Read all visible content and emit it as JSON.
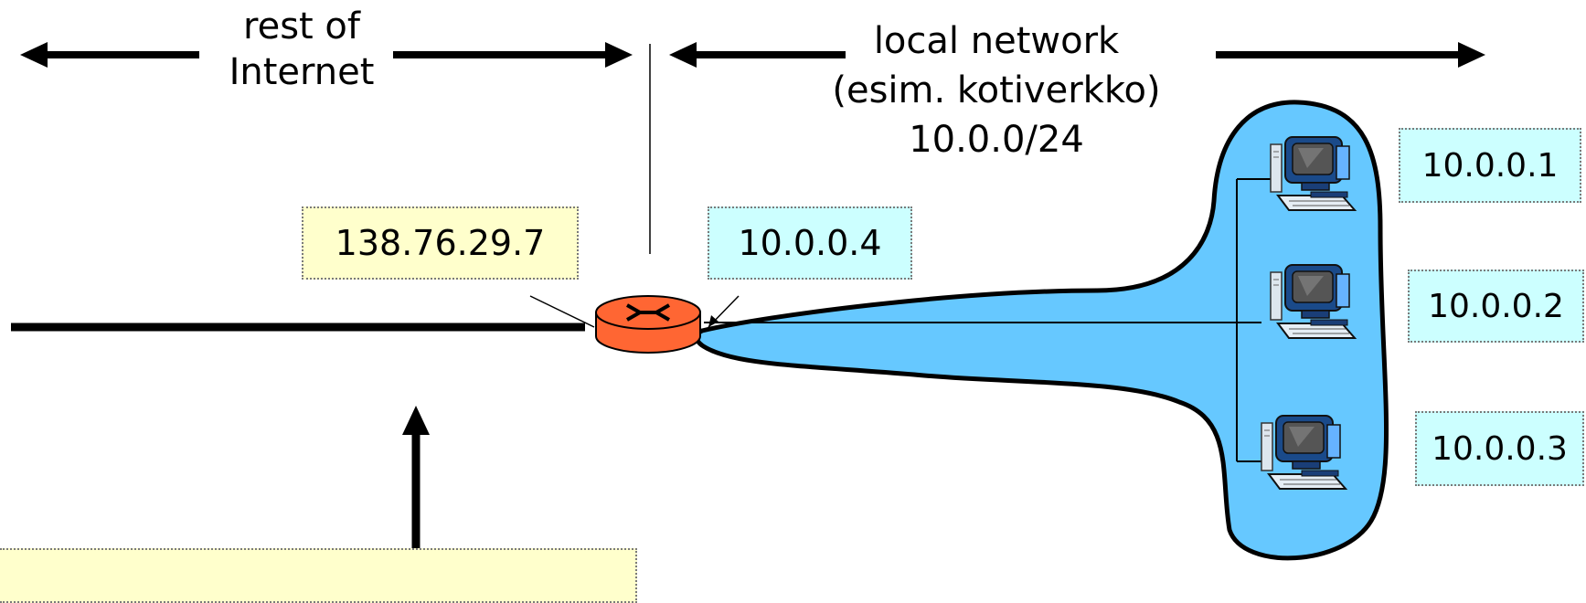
{
  "labels": {
    "rest_line1": "rest of",
    "rest_line2": "Internet",
    "local_line1": "local network",
    "local_line2": "(esim. kotiverkko)",
    "local_line3": "10.0.0/24"
  },
  "addresses": {
    "router_public": "138.76.29.7",
    "router_local": "10.0.0.4",
    "host1": "10.0.0.1",
    "host2": "10.0.0.2",
    "host3": "10.0.0.3"
  },
  "colors": {
    "public_box": "#ffffcc",
    "local_box": "#ccffff",
    "network_fill": "#66c8ff",
    "router": "#ff6633"
  },
  "icons": [
    "router-icon",
    "computer-icon"
  ]
}
